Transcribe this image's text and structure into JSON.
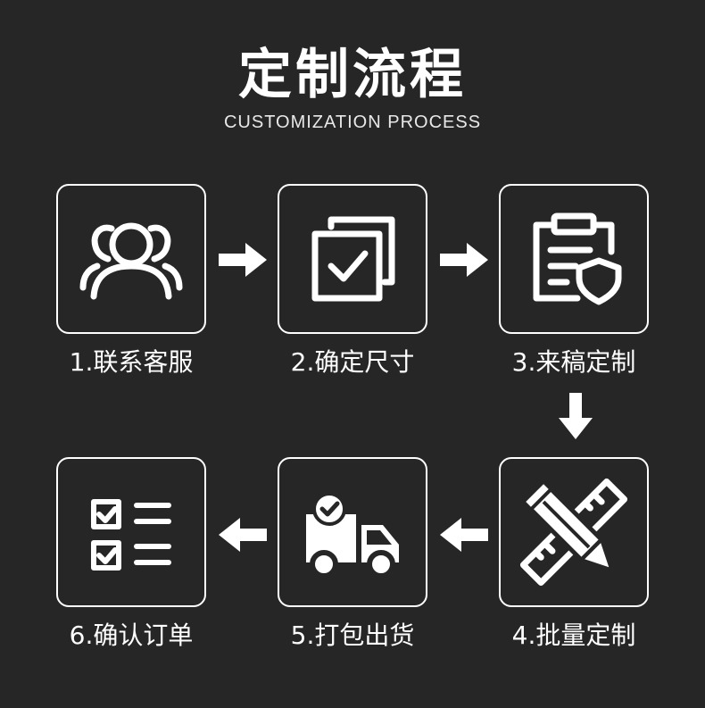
{
  "header": {
    "title": "定制流程",
    "subtitle": "CUSTOMIZATION PROCESS"
  },
  "steps": [
    {
      "label": "1.联系客服",
      "icon": "users-icon"
    },
    {
      "label": "2.确定尺寸",
      "icon": "checked-squares-icon"
    },
    {
      "label": "3.来稿定制",
      "icon": "clipboard-shield-icon"
    },
    {
      "label": "4.批量定制",
      "icon": "pencil-ruler-icon"
    },
    {
      "label": "5.打包出货",
      "icon": "delivery-truck-icon"
    },
    {
      "label": "6.确认订单",
      "icon": "checklist-icon"
    }
  ],
  "colors": {
    "background": "#262626",
    "foreground": "#ffffff"
  }
}
